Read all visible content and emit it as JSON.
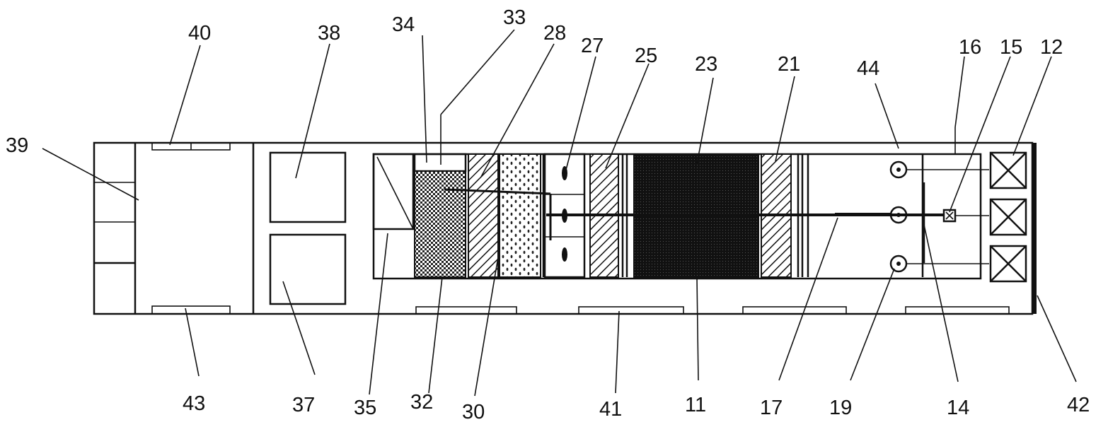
{
  "labels": {
    "n39": "39",
    "n40": "40",
    "n43": "43",
    "n38": "38",
    "n37": "37",
    "n34": "34",
    "n33": "33",
    "n28": "28",
    "n27": "27",
    "n25": "25",
    "n23": "23",
    "n21": "21",
    "n44": "44",
    "n16": "16",
    "n15": "15",
    "n12": "12",
    "n35": "35",
    "n32": "32",
    "n30": "30",
    "n41": "41",
    "n11": "11",
    "n17": "17",
    "n19": "19",
    "n14": "14",
    "n42": "42"
  }
}
